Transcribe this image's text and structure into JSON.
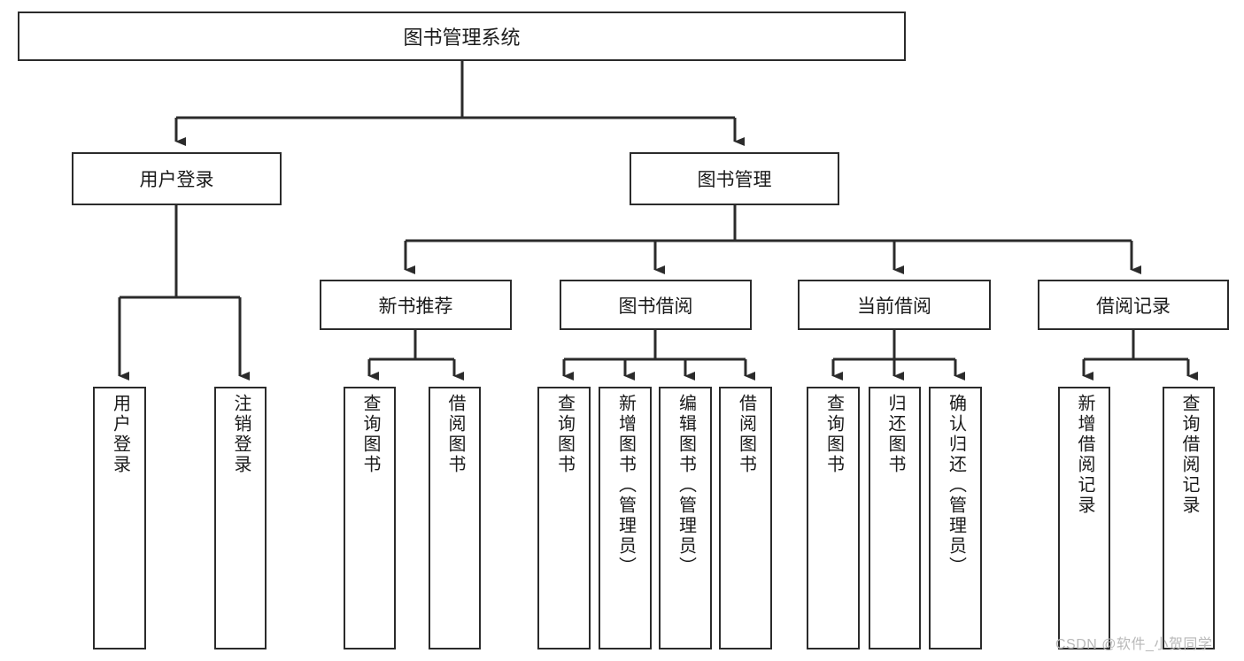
{
  "diagram": {
    "title": "图书管理系统",
    "type": "tree-hierarchy",
    "root": {
      "label": "图书管理系统"
    },
    "level1": [
      {
        "label": "用户登录"
      },
      {
        "label": "图书管理"
      }
    ],
    "level2": [
      {
        "label": "新书推荐",
        "parent": "图书管理"
      },
      {
        "label": "图书借阅",
        "parent": "图书管理"
      },
      {
        "label": "当前借阅",
        "parent": "图书管理"
      },
      {
        "label": "借阅记录",
        "parent": "图书管理"
      }
    ],
    "leaves": {
      "user_login": [
        {
          "label": "用户登录"
        },
        {
          "label": "注销登录"
        }
      ],
      "new_book_recommend": [
        {
          "label": "查询图书"
        },
        {
          "label": "借阅图书"
        }
      ],
      "book_borrow": [
        {
          "label": "查询图书"
        },
        {
          "label": "新增图书（管理员）"
        },
        {
          "label": "编辑图书（管理员）"
        },
        {
          "label": "借阅图书"
        }
      ],
      "current_borrow": [
        {
          "label": "查询图书"
        },
        {
          "label": "归还图书"
        },
        {
          "label": "确认归还（管理员）"
        }
      ],
      "borrow_record": [
        {
          "label": "新增借阅记录"
        },
        {
          "label": "查询借阅记录"
        }
      ]
    }
  },
  "watermark": {
    "text": "CSDN @软件_小贺同学"
  },
  "colors": {
    "background": "#ffffff",
    "stroke": "#2b2b2b",
    "text": "#1a1a1a",
    "watermark": "#b9b9b9"
  }
}
